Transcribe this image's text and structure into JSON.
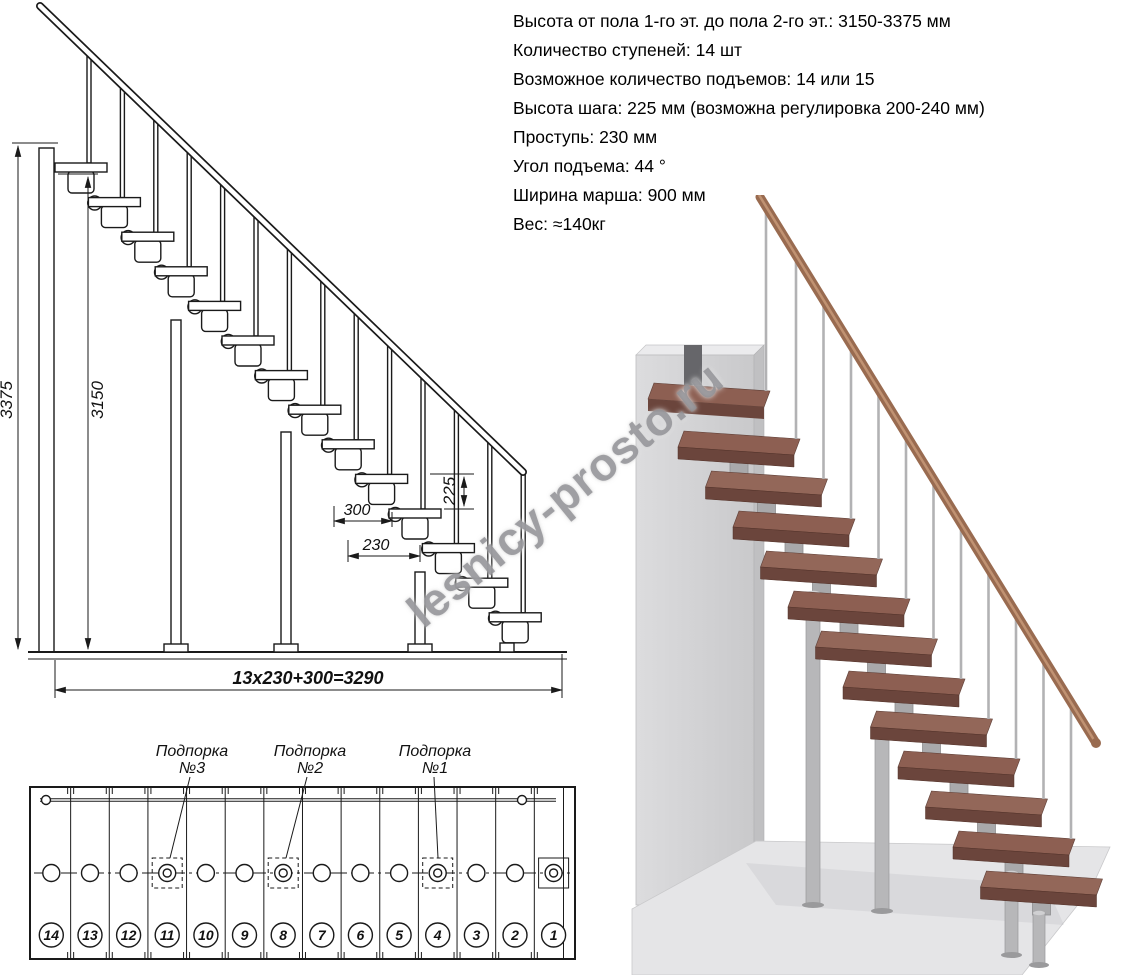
{
  "specs": {
    "lines": [
      "Высота от пола 1-го эт. до пола 2-го эт.: 3150-3375 мм",
      "Количество ступеней: 14 шт",
      "Возможное количество подъемов: 14 или 15",
      "Высота шага: 225 мм (возможна регулировка 200-240 мм)",
      "Проступь: 230 мм",
      "Угол подъема: 44 °",
      "Ширина марша: 900 мм",
      "Вес: ≈140кг"
    ]
  },
  "elevation": {
    "dims": {
      "total_height": "3375",
      "floor_height": "3150",
      "riser": "225",
      "top_run": "300",
      "tread": "230",
      "total_run": "13x230+300=3290"
    }
  },
  "plan": {
    "support_labels": [
      {
        "line1": "Подпорка",
        "line2": "№3"
      },
      {
        "line1": "Подпорка",
        "line2": "№2"
      },
      {
        "line1": "Подпорка",
        "line2": "№1"
      }
    ],
    "step_numbers": [
      "14",
      "13",
      "12",
      "11",
      "10",
      "9",
      "8",
      "7",
      "6",
      "5",
      "4",
      "3",
      "2",
      "1"
    ]
  },
  "watermark": "lesnicy-prosto.ru"
}
